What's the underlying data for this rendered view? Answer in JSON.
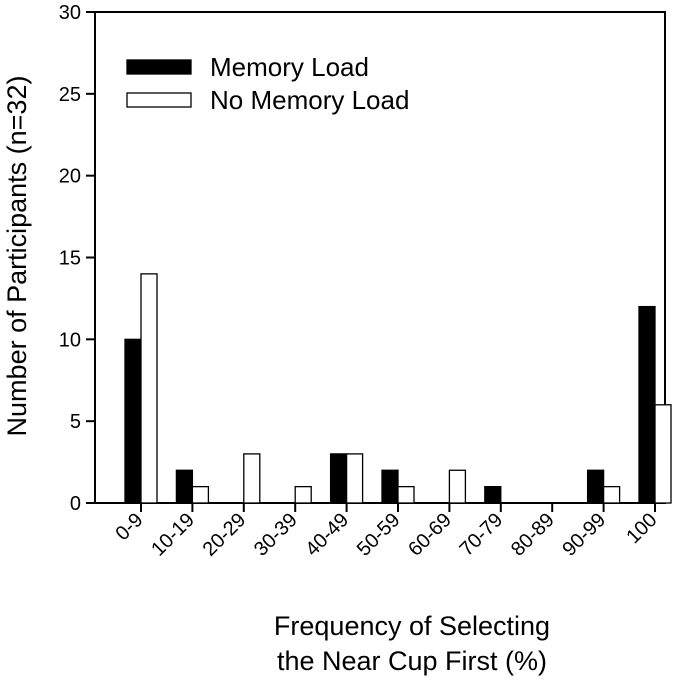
{
  "chart_data": {
    "type": "bar",
    "categories": [
      "0-9",
      "10-19",
      "20-29",
      "30-39",
      "40-49",
      "50-59",
      "60-69",
      "70-79",
      "80-89",
      "90-99",
      "100"
    ],
    "series": [
      {
        "name": "Memory Load",
        "values": [
          10,
          2,
          0,
          0,
          3,
          2,
          0,
          1,
          0,
          2,
          12
        ],
        "color": "#000000"
      },
      {
        "name": "No Memory Load",
        "values": [
          14,
          1,
          3,
          1,
          3,
          1,
          2,
          0,
          0,
          1,
          6
        ],
        "color": "#ffffff"
      }
    ],
    "ylabel": "Number of Participants (n=32)",
    "xlabel_lines": [
      "Frequency of Selecting",
      "the Near Cup First (%)"
    ],
    "ylim": [
      0,
      30
    ],
    "yticks": [
      0,
      5,
      10,
      15,
      20,
      25,
      30
    ],
    "grid": false,
    "legend_position": "top-left"
  }
}
